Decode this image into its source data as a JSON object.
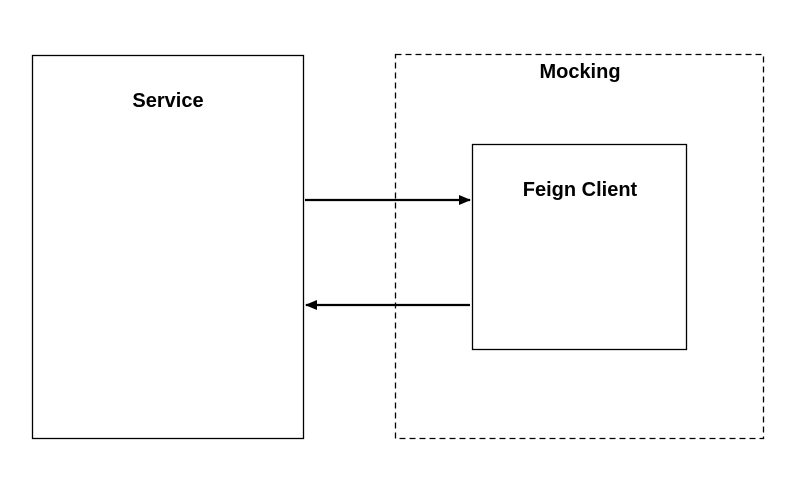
{
  "diagram": {
    "service": {
      "label": "Service"
    },
    "mocking": {
      "label": "Mocking"
    },
    "feign_client": {
      "label": "Feign Client"
    }
  },
  "colors": {
    "stroke": "#000000",
    "background": "#ffffff"
  },
  "edges": [
    {
      "from": "service",
      "to": "feign_client",
      "style": "solid-arrow"
    },
    {
      "from": "feign_client",
      "to": "service",
      "style": "solid-arrow"
    }
  ]
}
